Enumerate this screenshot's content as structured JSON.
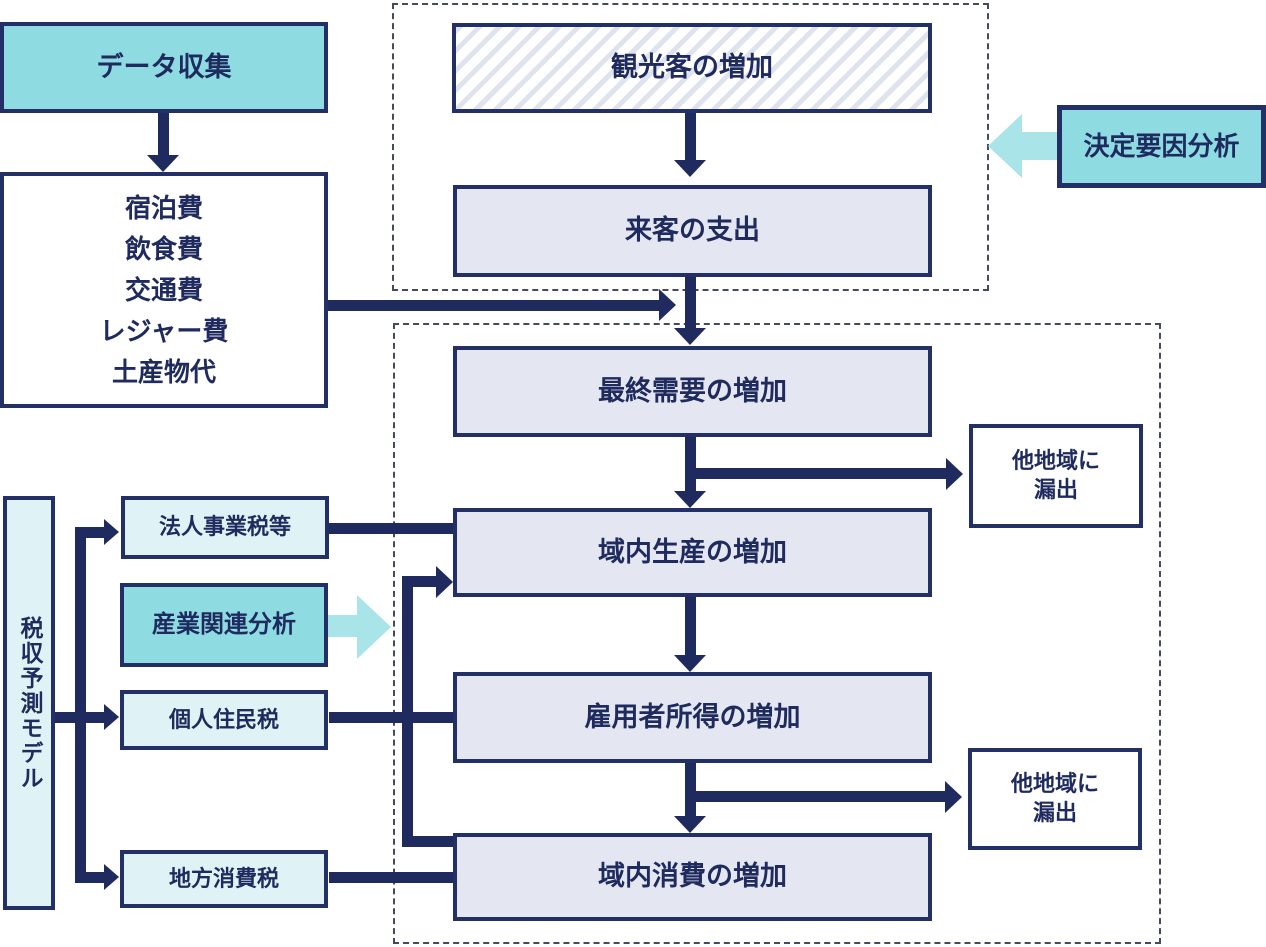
{
  "palette": {
    "navy": "#1F2B5E",
    "border_navy": "#233066",
    "teal_fill": "#8EDCE2",
    "teal_arrow": "#A9E4E9",
    "cyan_fill": "#DFF3F7",
    "lavender_fill": "#E4E7F1",
    "hatch_stripe": "#DFE3EE",
    "dashed_border": "#454A5F"
  },
  "boxes": {
    "data_collection": {
      "label": "データ収集"
    },
    "expense_list": {
      "items": [
        "宿泊費",
        "飲食費",
        "交通費",
        "レジャー費",
        "土産物代"
      ]
    },
    "tourist_increase": {
      "label": "観光客の増加"
    },
    "visitor_spending": {
      "label": "来客の支出"
    },
    "determinant_analysis": {
      "label": "決定要因分析"
    },
    "final_demand": {
      "label": "最終需要の増加"
    },
    "regional_production": {
      "label": "域内生産の増加"
    },
    "employee_income": {
      "label": "雇用者所得の増加"
    },
    "regional_consumption": {
      "label": "域内消費の増加"
    },
    "leakage": {
      "line1": "他地域に",
      "line2": "漏出"
    },
    "tax_model": {
      "label": "税収予測モデル"
    },
    "corporate_tax": {
      "label": "法人事業税等"
    },
    "industry_analysis": {
      "label": "産業関連分析"
    },
    "resident_tax": {
      "label": "個人住民税"
    },
    "consumption_tax": {
      "label": "地方消費税"
    }
  }
}
